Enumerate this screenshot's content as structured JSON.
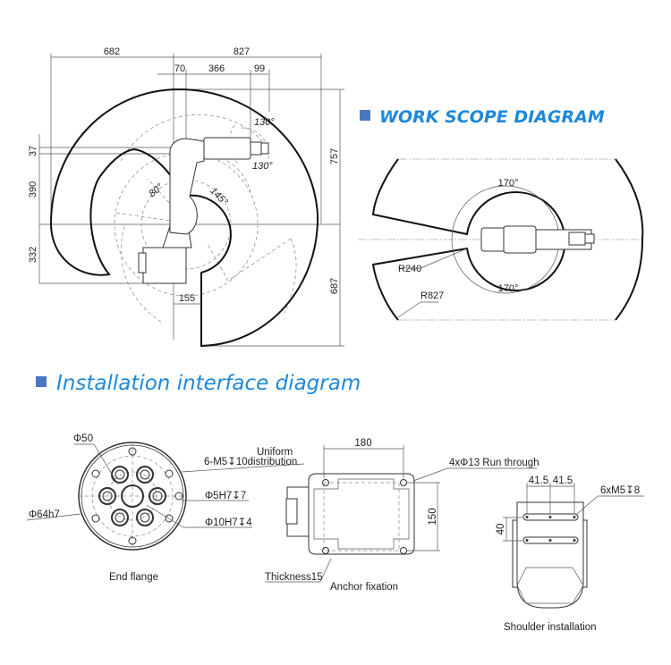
{
  "headings": {
    "work_scope": "WORK SCOPE DIAGRAM",
    "installation": "Installation interface diagram"
  },
  "colors": {
    "heading_text": "#1e88d8",
    "heading_square": "#4a78c0"
  },
  "side_view": {
    "dims": {
      "d682": "682",
      "d827": "827",
      "d70": "70",
      "d366": "366",
      "d99": "99",
      "d37": "37",
      "d390": "390",
      "d332": "332",
      "d757": "757",
      "d687": "687",
      "d155": "155"
    },
    "angles": {
      "a130_top": "130°",
      "a130_bottom": "130°",
      "a80": "80°",
      "a145": "145°"
    }
  },
  "top_view": {
    "angle_top": "170°",
    "angle_bottom": "170°",
    "r_inner": "R240",
    "r_outer": "R827"
  },
  "end_flange": {
    "caption": "End flange",
    "phi50": "Φ50",
    "phi64": "Φ64h7",
    "m5_line1": "Uniform",
    "m5_line2": "6-M5↧10distribution",
    "phi5": "Φ5H7↧7",
    "phi10": "Φ10H7↧4"
  },
  "anchor": {
    "caption": "Anchor fixation",
    "width": "180",
    "height": "150",
    "holes": "4xΦ13 Run through",
    "thickness": "Thickness15"
  },
  "shoulder": {
    "caption": "Shoulder installation",
    "spacing_left": "41.5",
    "spacing_right": "41.5",
    "vertical": "40",
    "holes": "6xM5↧8"
  }
}
